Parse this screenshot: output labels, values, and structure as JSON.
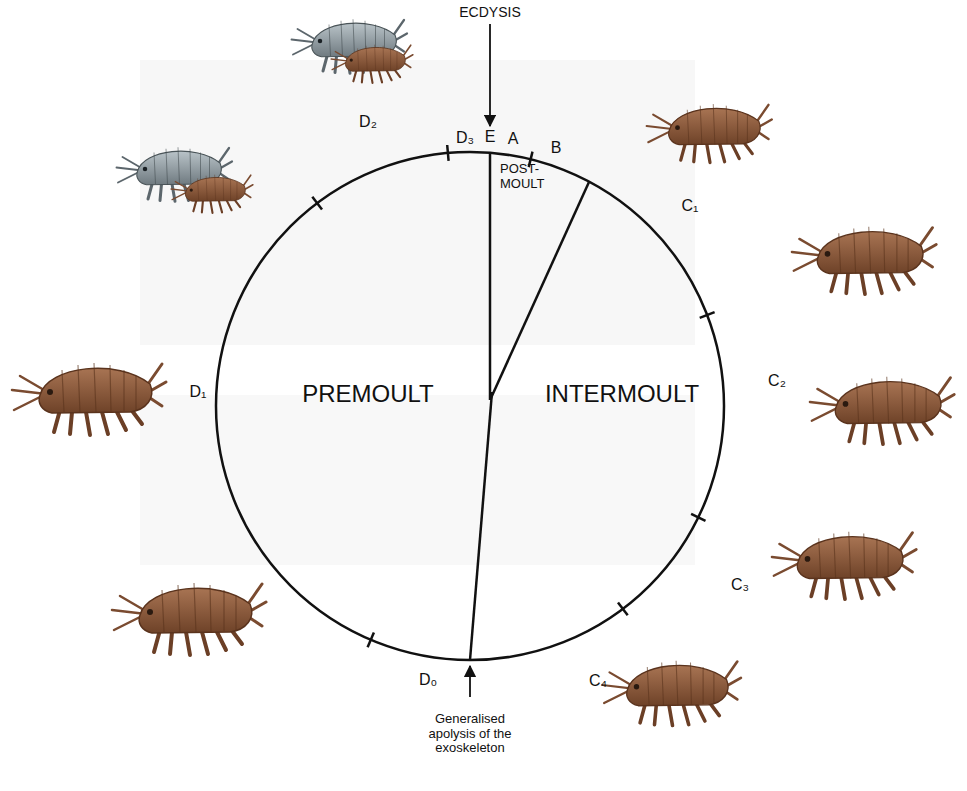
{
  "diagram": {
    "labels": [
      "ECDYSIS",
      "E",
      "D₃",
      "A",
      "B",
      "D₂",
      "POST-MOULT",
      "C₁",
      "D₁",
      "PREMOULT",
      "INTERMOULT",
      "C₂",
      "C₃",
      "D₀",
      "C₄",
      "Generalised apolysis of the exoskeleton"
    ]
  }
}
